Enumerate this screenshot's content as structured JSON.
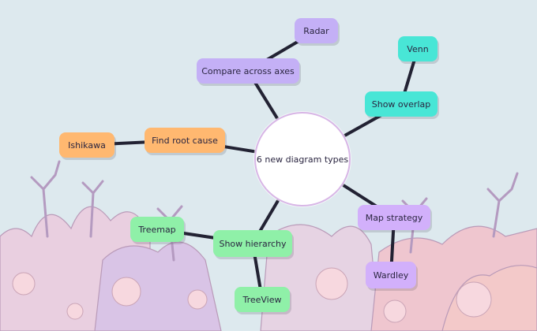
{
  "diagram": {
    "center": {
      "label": "6 new diagram types"
    },
    "nodes": [
      {
        "id": "compare",
        "label": "Compare across axes",
        "color": "#c4b0f6"
      },
      {
        "id": "radar",
        "label": "Radar",
        "color": "#c4b0f6"
      },
      {
        "id": "overlap",
        "label": "Show overlap",
        "color": "#48e6d6"
      },
      {
        "id": "venn",
        "label": "Venn",
        "color": "#48e6d6"
      },
      {
        "id": "rootcause",
        "label": "Find root cause",
        "color": "#ffb870"
      },
      {
        "id": "ishikawa",
        "label": "Ishikawa",
        "color": "#ffb870"
      },
      {
        "id": "hierarchy",
        "label": "Show hierarchy",
        "color": "#8ff0a8"
      },
      {
        "id": "treemap",
        "label": "Treemap",
        "color": "#8ff0a8"
      },
      {
        "id": "treeview",
        "label": "TreeView",
        "color": "#8ff0a8"
      },
      {
        "id": "strategy",
        "label": "Map strategy",
        "color": "#d2b0fb"
      },
      {
        "id": "wardley",
        "label": "Wardley",
        "color": "#d2b0fb"
      }
    ],
    "edges": [
      [
        "center",
        "compare"
      ],
      [
        "compare",
        "radar"
      ],
      [
        "center",
        "overlap"
      ],
      [
        "overlap",
        "venn"
      ],
      [
        "center",
        "rootcause"
      ],
      [
        "rootcause",
        "ishikawa"
      ],
      [
        "center",
        "hierarchy"
      ],
      [
        "hierarchy",
        "treemap"
      ],
      [
        "hierarchy",
        "treeview"
      ],
      [
        "center",
        "strategy"
      ],
      [
        "strategy",
        "wardley"
      ]
    ],
    "edge_color": "#222233"
  }
}
